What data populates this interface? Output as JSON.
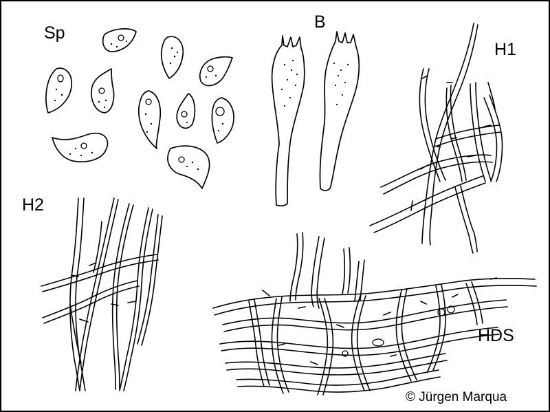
{
  "labels": {
    "spores": "Sp",
    "basidia": "B",
    "hyphae_1": "H1",
    "hyphae_2": "H2",
    "cuticle": "HDS"
  },
  "credit": "© Jürgen Marqua",
  "colors": {
    "ink": "#000000",
    "paper": "#ffffff"
  }
}
